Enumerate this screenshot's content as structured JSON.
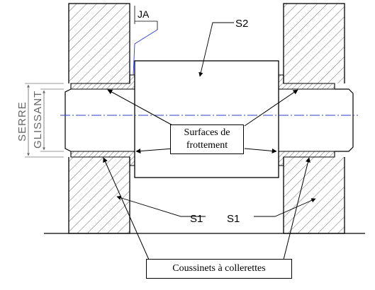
{
  "labels": {
    "ja": "JA",
    "s2": "S2",
    "serre": "SERRE",
    "glissant": "GLISSANT",
    "surfaces_line1": "Surfaces de",
    "surfaces_line2": "frottement",
    "s1_left": "S1",
    "s1_right": "S1",
    "coussinets": "Coussinets à collerettes"
  },
  "colors": {
    "axis": "#2b3fc8",
    "ja_leader": "#2b3fc8",
    "hatch": "#4a4a4a",
    "line": "#000000",
    "dimension": "#777777"
  }
}
